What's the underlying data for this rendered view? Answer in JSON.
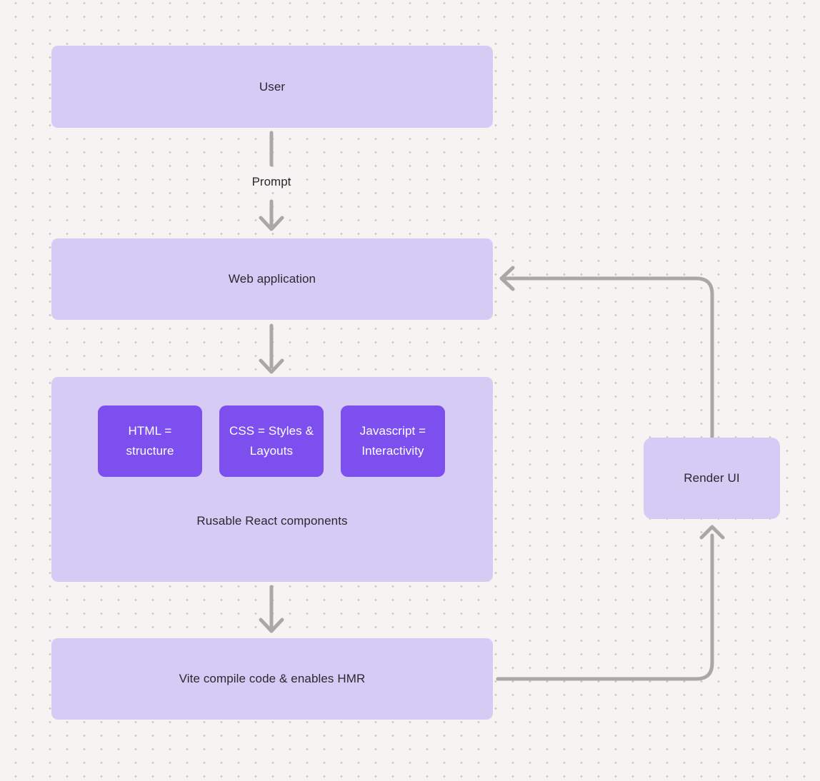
{
  "diagram": {
    "nodes": {
      "user": "User",
      "web_application": "Web application",
      "components_container": "Rusable React components",
      "component_html": "HTML = structure",
      "component_css": "CSS = Styles & Layouts",
      "component_js": "Javascript = Interactivity",
      "vite": "Vite compile code & enables HMR",
      "render_ui": "Render UI"
    },
    "edge_labels": {
      "prompt": "Prompt"
    },
    "colors": {
      "background": "#f5f4f2",
      "dot": "#c9c7c5",
      "node_fill": "#d6cbf5",
      "component_fill": "#7c4fee",
      "arrow": "#a9a8a6",
      "text_dark": "#2b2830",
      "text_light": "#ffffff"
    }
  }
}
